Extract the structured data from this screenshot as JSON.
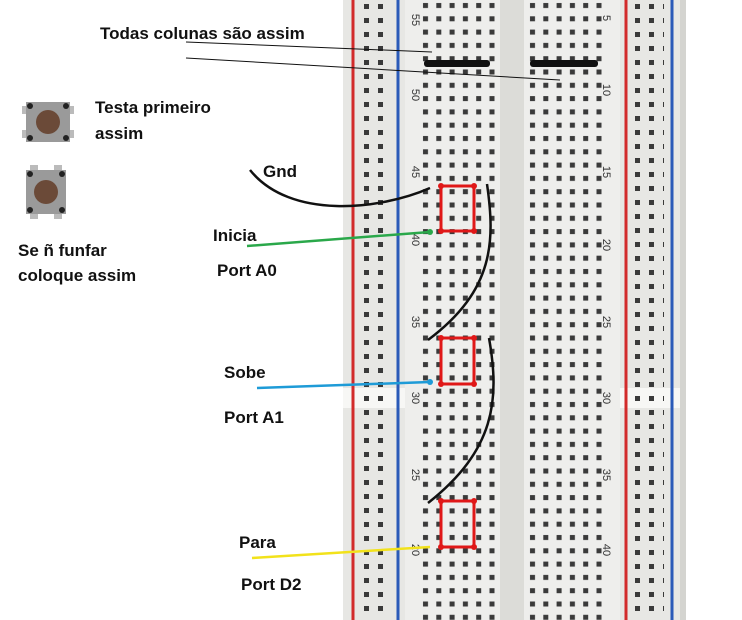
{
  "labels": {
    "top_note": "Todas  colunas são assim",
    "button_note_1": "Testa primeiro",
    "button_note_2": "assim",
    "alt_note_1": "Se ñ funfar",
    "alt_note_2": "coloque assim",
    "gnd": "Gnd",
    "inicia": "Inicia",
    "port_a0": "Port   A0",
    "sobe": "Sobe",
    "port_a1": "Port  A1",
    "para": "Para",
    "port_d2": "Port  D2"
  },
  "breadboard": {
    "row_numbers_left": [
      "55",
      "50",
      "45",
      "40",
      "35",
      "30",
      "25",
      "20"
    ],
    "row_numbers_right": [
      "5",
      "10",
      "15",
      "20",
      "25",
      "30",
      "35",
      "40"
    ]
  },
  "colors": {
    "rail_red": "#d22b2b",
    "rail_blue": "#2a5ab8",
    "button_outline": "#e01818",
    "wire_gnd": "#111111",
    "wire_inicia": "#2aa84a",
    "wire_sobe": "#1e9bd7",
    "wire_para": "#f2e21a"
  }
}
